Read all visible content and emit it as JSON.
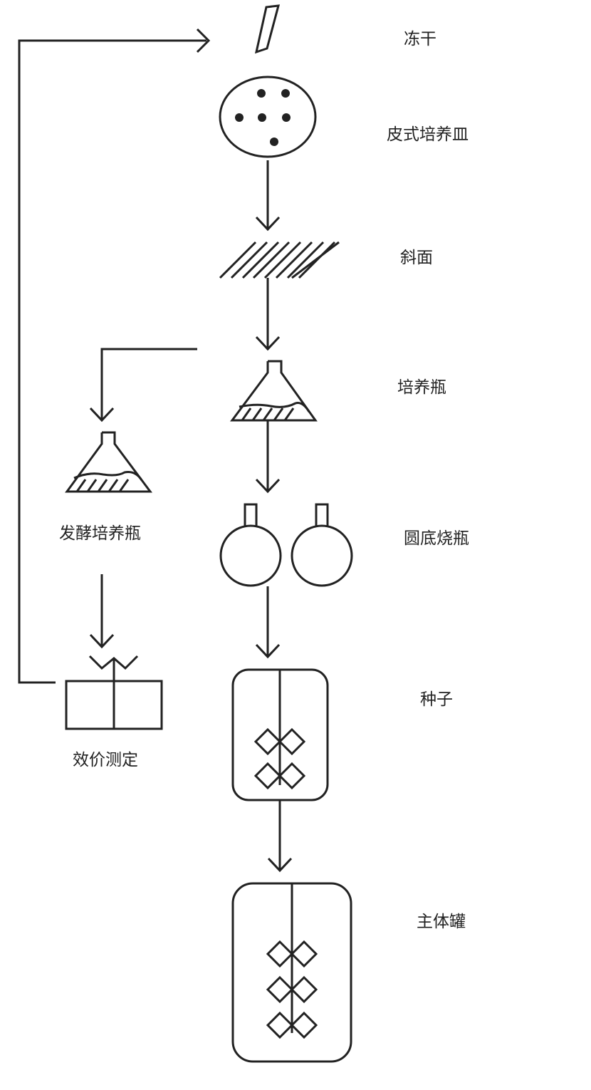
{
  "labels": {
    "freeze_dry": "冻干",
    "petri_dish": "皮式培养皿",
    "slant": "斜面",
    "culture_flask": "培养瓶",
    "fermentation_flask": "发酵培养瓶",
    "round_bottom_flask": "圆底烧瓶",
    "seed_tank": "种子",
    "potency_test": "效价测定",
    "main_tank": "主体罐"
  },
  "colors": {
    "ink": "#222222",
    "background": "#ffffff"
  }
}
